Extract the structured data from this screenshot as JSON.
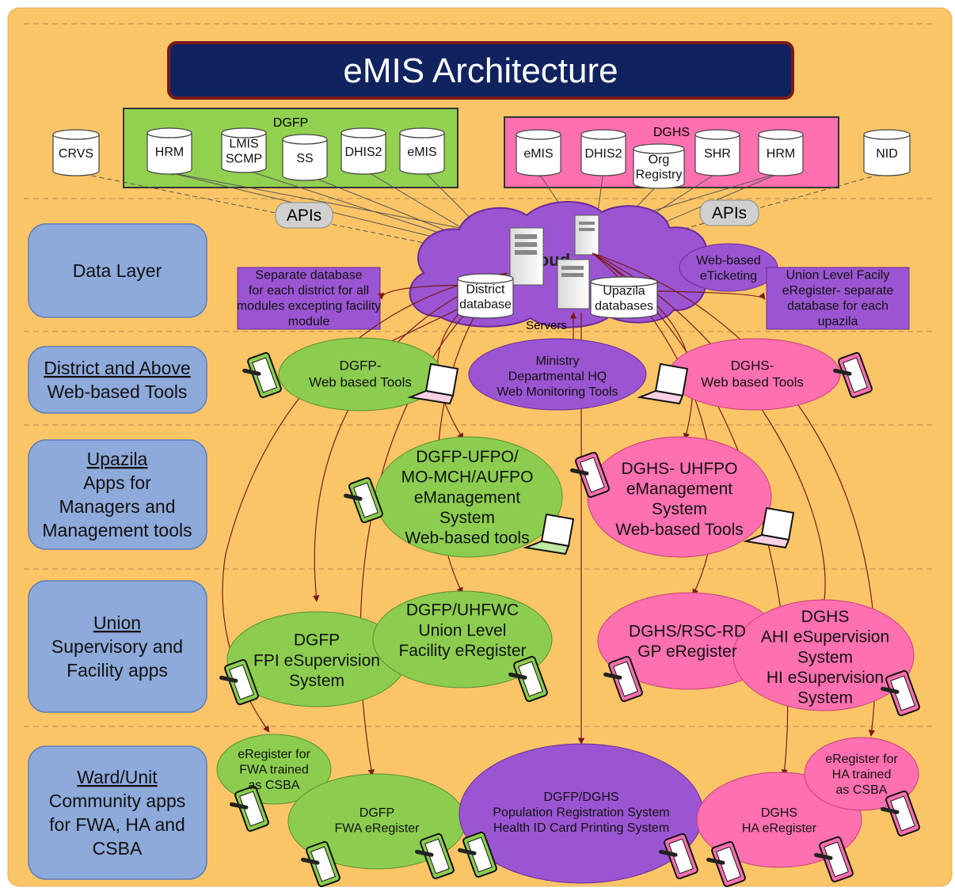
{
  "title": "eMIS Architecture",
  "colors": {
    "background": "#fbc567",
    "title_bar": "#10235f",
    "green": "#8ccd4f",
    "green_box": "#92d050",
    "pink": "#ff70b0",
    "purple": "#9b55d2",
    "layer_box": "#8eaadb",
    "arrow": "#7a1a1a"
  },
  "dgfp_group": {
    "label": "DGFP",
    "systems": [
      "HRM",
      "LMIS SCMP",
      "SS",
      "DHIS2",
      "eMIS"
    ]
  },
  "dghs_group": {
    "label": "DGHS",
    "systems": [
      "eMIS",
      "DHIS2",
      "Org Registry",
      "SHR",
      "HRM"
    ]
  },
  "external": {
    "crvs": "CRVS",
    "nid": "NID"
  },
  "apis": {
    "left": "APIs",
    "right": "APIs"
  },
  "cloud": {
    "partial_label": "oud",
    "district_db": "District database",
    "upazila_db": "Upazila databases",
    "servers": "Servers",
    "eticketing": "Web-based eTicketing"
  },
  "notes": {
    "district": "Separate database for each district for all modules excepting facility module",
    "union": "Union Level Facily eRegister- separate database for each upazila"
  },
  "layers": [
    {
      "head": "",
      "lines": [
        "Data Layer"
      ]
    },
    {
      "head": "District and Above",
      "lines": [
        "Web-based Tools"
      ]
    },
    {
      "head": "Upazila",
      "lines": [
        "Apps for",
        "Managers and",
        "Management tools"
      ]
    },
    {
      "head": "Union",
      "lines": [
        "Supervisory and",
        "Facility apps"
      ]
    },
    {
      "head": "Ward/Unit",
      "lines": [
        "Community apps",
        "for FWA, HA and",
        "CSBA"
      ]
    }
  ],
  "nodes": {
    "dgfp_web": "DGFP- Web based Tools",
    "ministry": "Ministry Departmental HQ Web Monitoring Tools",
    "dghs_web": "DGHS- Web based Tools",
    "dgfp_ufpo": "DGFP-UFPO/ MO-MCH/AUFPO eManagement System Web-based tools",
    "dghs_uhfpo": "DGHS- UHFPO eManagement System Web-based Tools",
    "dgfp_fpi": "DGFP FPI eSupervision System",
    "dgfp_uhfwc": "DGFP/UHFWC Union Level Facility eRegister",
    "dghs_rsc": "DGHS/RSC-RD GP eRegister",
    "dghs_ahi": "DGHS AHI eSupervision System HI eSupervision System",
    "fwa_csba": "eRegister for FWA trained as CSBA",
    "dgfp_fwa": "DGFP FWA eRegister",
    "population": "DGFP/DGHS Population Registration System Health ID Card Printing System",
    "dghs_ha": "DGHS HA eRegister",
    "ha_csba": "eRegister for HA trained as CSBA"
  }
}
